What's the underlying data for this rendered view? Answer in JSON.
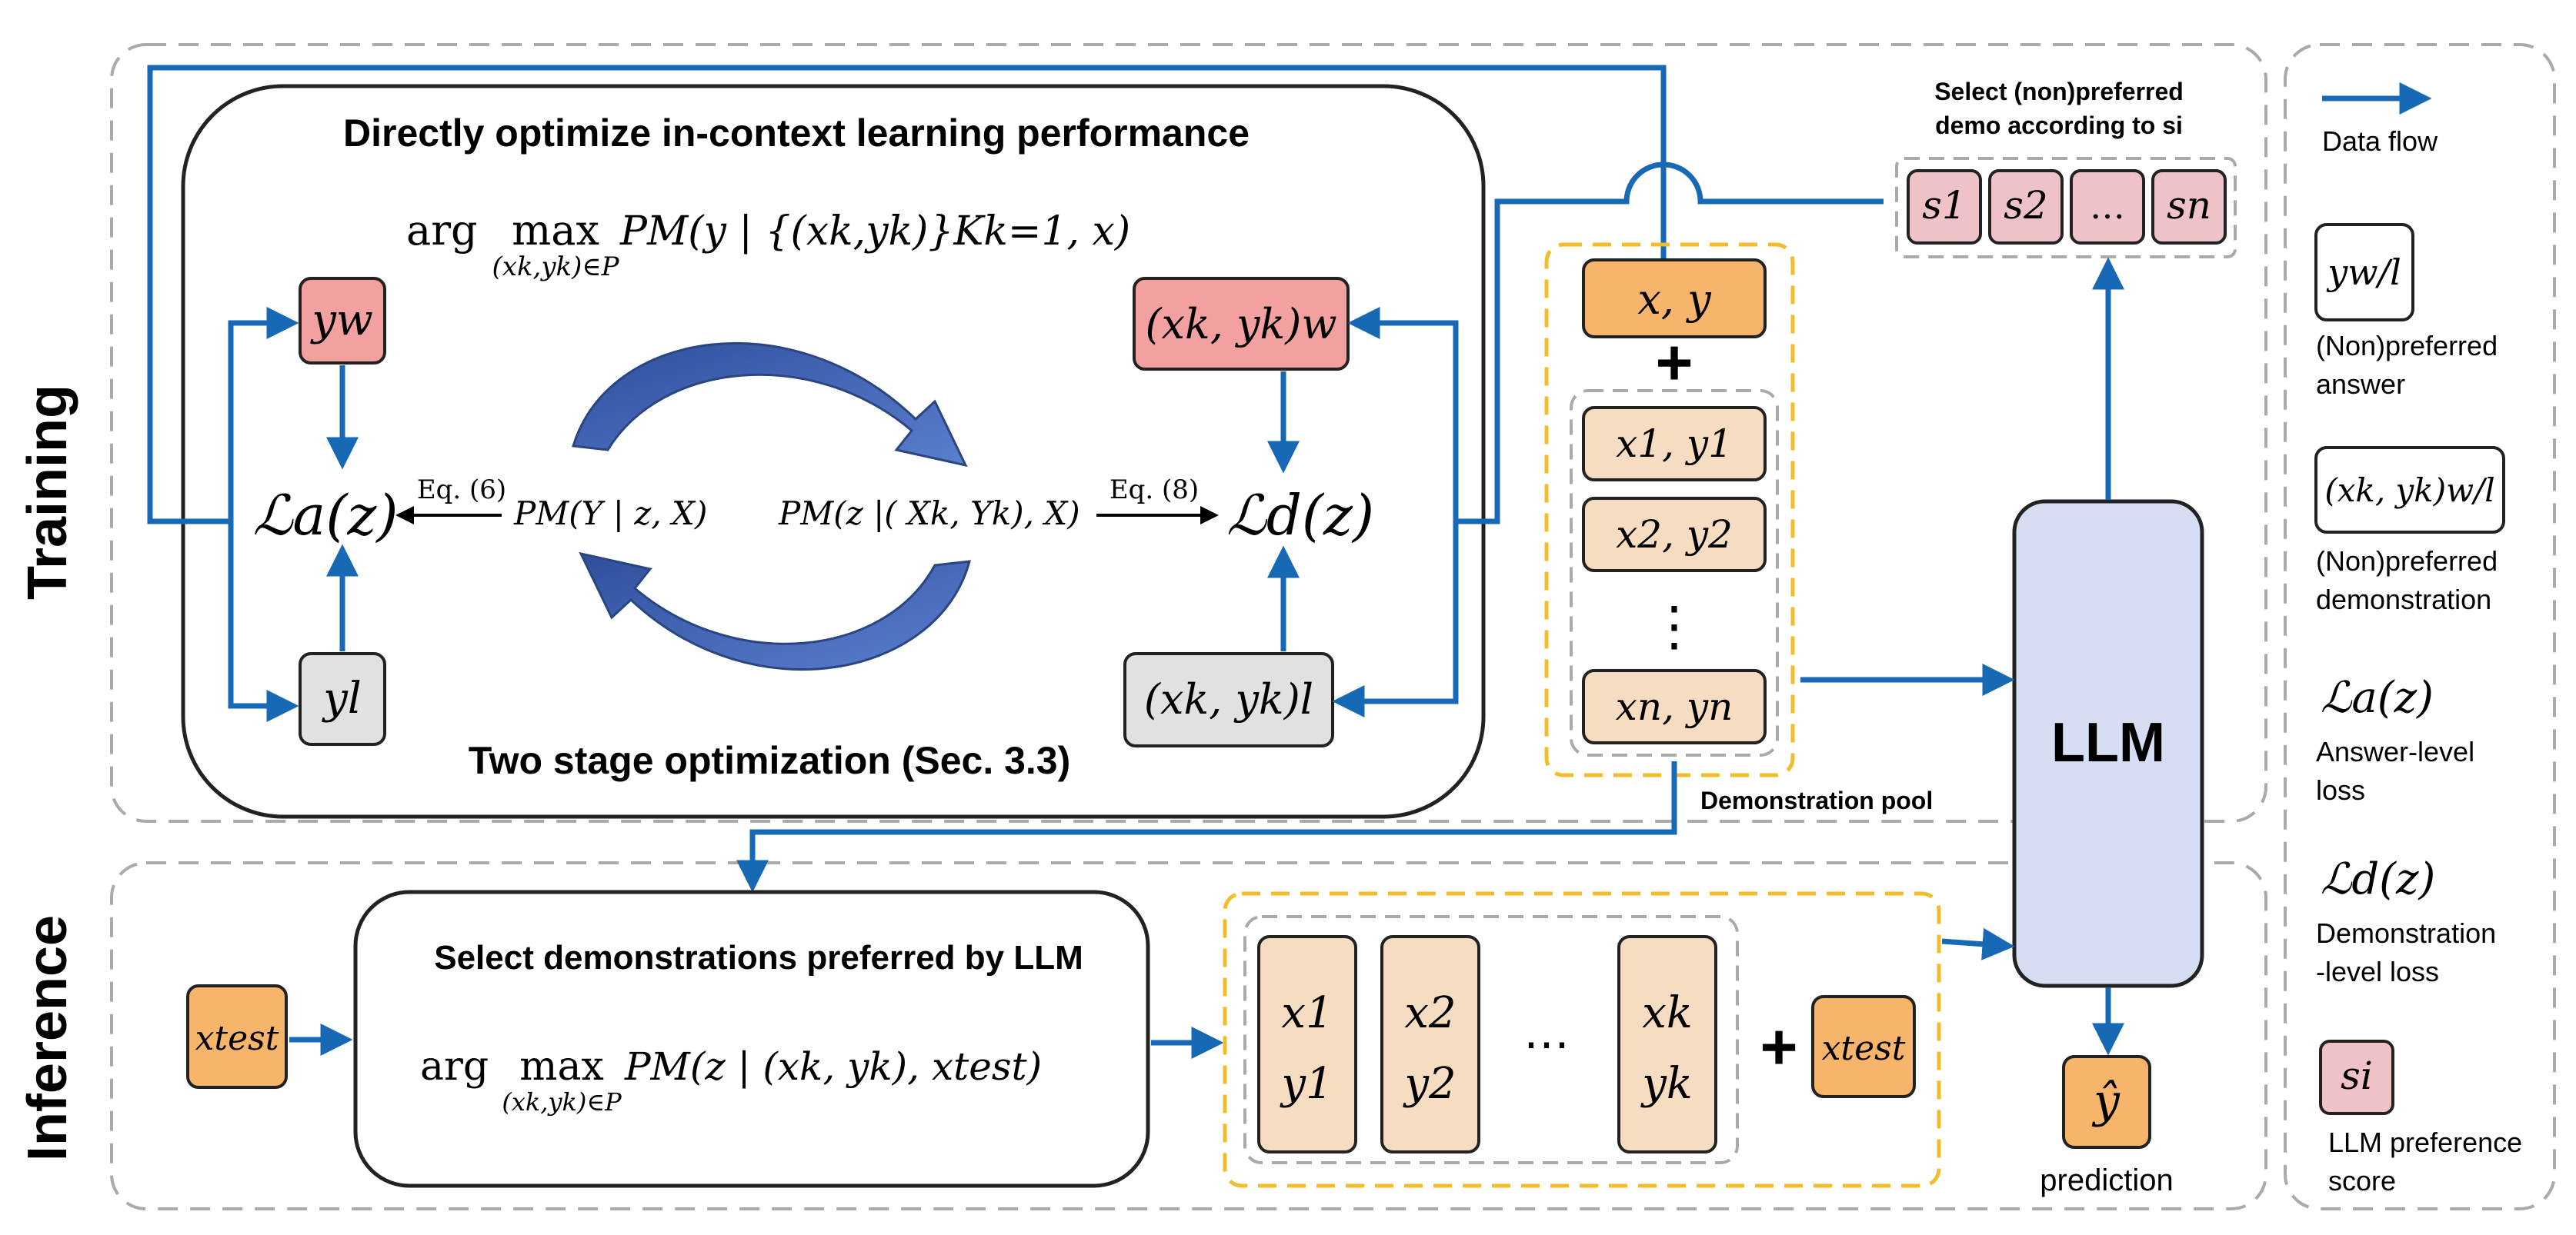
{
  "sections": {
    "training": "Training",
    "inference": "Inference"
  },
  "training": {
    "box_title": "Directly optimize in-context learning performance",
    "objective": "arg max(xk,yk)∈P PM(y | {(xk,yk)}Kk=1, x)",
    "obj_arg": "arg",
    "obj_max": "max",
    "obj_sub": "(xk,yk)∈P",
    "obj_body": "PM(y | {(xk,yk)}Kk=1, x)",
    "yw": "yw",
    "yl": "yl",
    "demo_w": "(xk, yk)w",
    "demo_l": "(xk, yk)l",
    "loss_a": "ℒa(z)",
    "loss_d": "ℒd(z)",
    "eq6": "Eq. (6)",
    "eq8": "Eq. (8)",
    "p_left": "PM(Y | z, X)",
    "p_right": "PM(z |( Xk, Yk), X)",
    "bottom_title": "Two stage optimization (Sec. 3.3)"
  },
  "pool": {
    "query": "x, y",
    "plus": "+",
    "items": [
      "x1, y1",
      "x2, y2",
      "xn, yn"
    ],
    "dots": "⋮",
    "label": "Demonstration pool"
  },
  "scores": {
    "title_line1": "Select (non)preferred",
    "title_line2": "demo according to si",
    "items": [
      "s1",
      "s2",
      "…",
      "sn"
    ]
  },
  "llm": {
    "label": "LLM",
    "output": "ŷ",
    "output_label": "prediction"
  },
  "inference": {
    "input": "xtest",
    "box_title": "Select demonstrations preferred by LLM",
    "objective": "arg max(xk,yk)∈P PM(z | (xk,yk), xtest)",
    "obj_arg": "arg",
    "obj_max": "max",
    "obj_sub": "(xk,yk)∈P",
    "obj_body": "PM(z | (xk, yk), xtest)",
    "selected": [
      {
        "x": "x1",
        "y": "y1"
      },
      {
        "x": "x2",
        "y": "y2"
      },
      {
        "x": "xk",
        "y": "yk"
      }
    ],
    "dots": "⋯",
    "plus": "+",
    "test": "xtest"
  },
  "legend": {
    "items": [
      {
        "symbol": "",
        "text": "Data flow"
      },
      {
        "symbol": "yw/l",
        "text": "(Non)preferred answer"
      },
      {
        "symbol": "(xk, yk)w/l",
        "text": "(Non)preferred demonstration"
      },
      {
        "symbol": "ℒa(z)",
        "text": "Answer-level loss"
      },
      {
        "symbol": "ℒd(z)",
        "text": "Demonstration -level loss"
      },
      {
        "symbol": "si",
        "text": "LLM preference score"
      }
    ],
    "lines": {
      "flow": [
        "Data flow"
      ],
      "answer": [
        "(Non)preferred",
        "answer"
      ],
      "demo": [
        "(Non)preferred",
        "demonstration"
      ],
      "loss_a": [
        "Answer-level",
        "loss"
      ],
      "loss_d": [
        "Demonstration",
        "-level loss"
      ],
      "score": [
        "LLM preference",
        "score"
      ]
    }
  },
  "colors": {
    "arrow": "#1769b5",
    "box_border": "#222222",
    "dash_gray": "#aaaaaa",
    "dash_gold": "#f2bd2c",
    "red_box": "#f2a1a0",
    "gray_box": "#e1e1e1",
    "orange_box": "#f6b56a",
    "tan_box": "#f6dcc0",
    "pink_box": "#efc2c8",
    "llm_box": "#d5def2",
    "cycle": "#3d5fad"
  }
}
